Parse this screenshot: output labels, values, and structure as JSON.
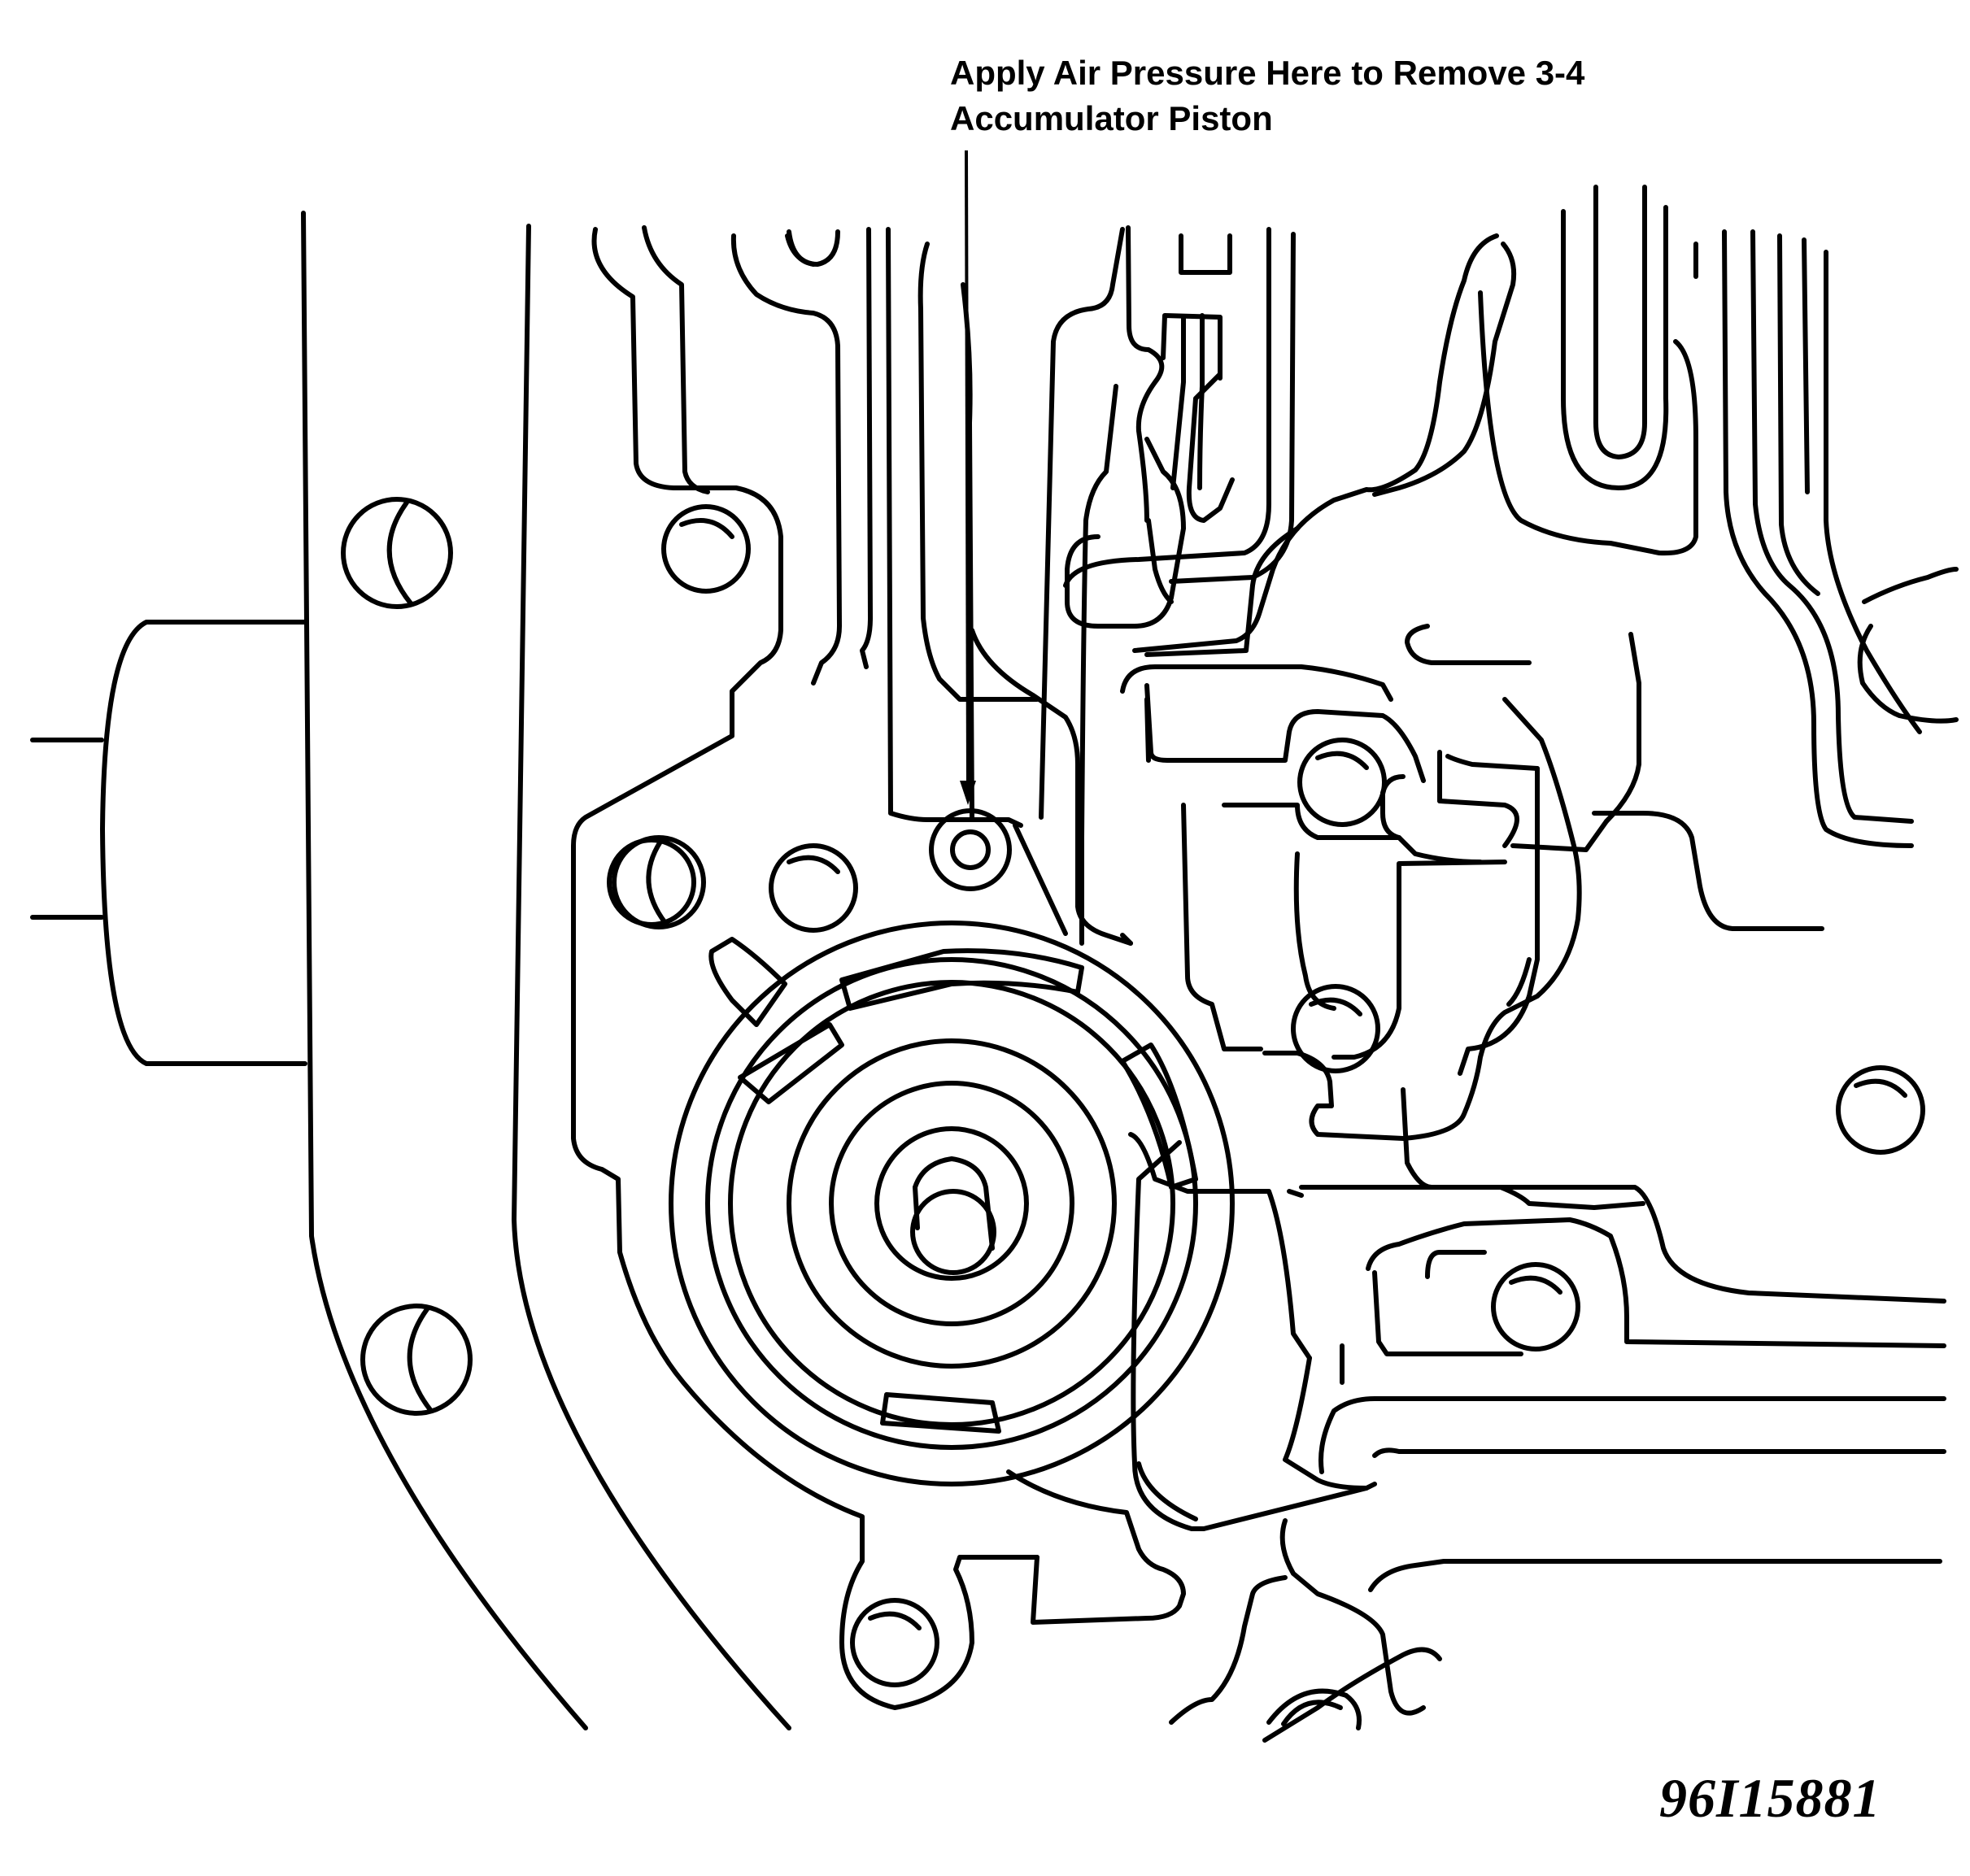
{
  "callout": {
    "line1": "Apply Air Pressure Here to Remove 3-4",
    "line2": "Accumulator Piston"
  },
  "figure_id": "96I15881",
  "colors": {
    "line": "#000000",
    "background": "#ffffff"
  }
}
